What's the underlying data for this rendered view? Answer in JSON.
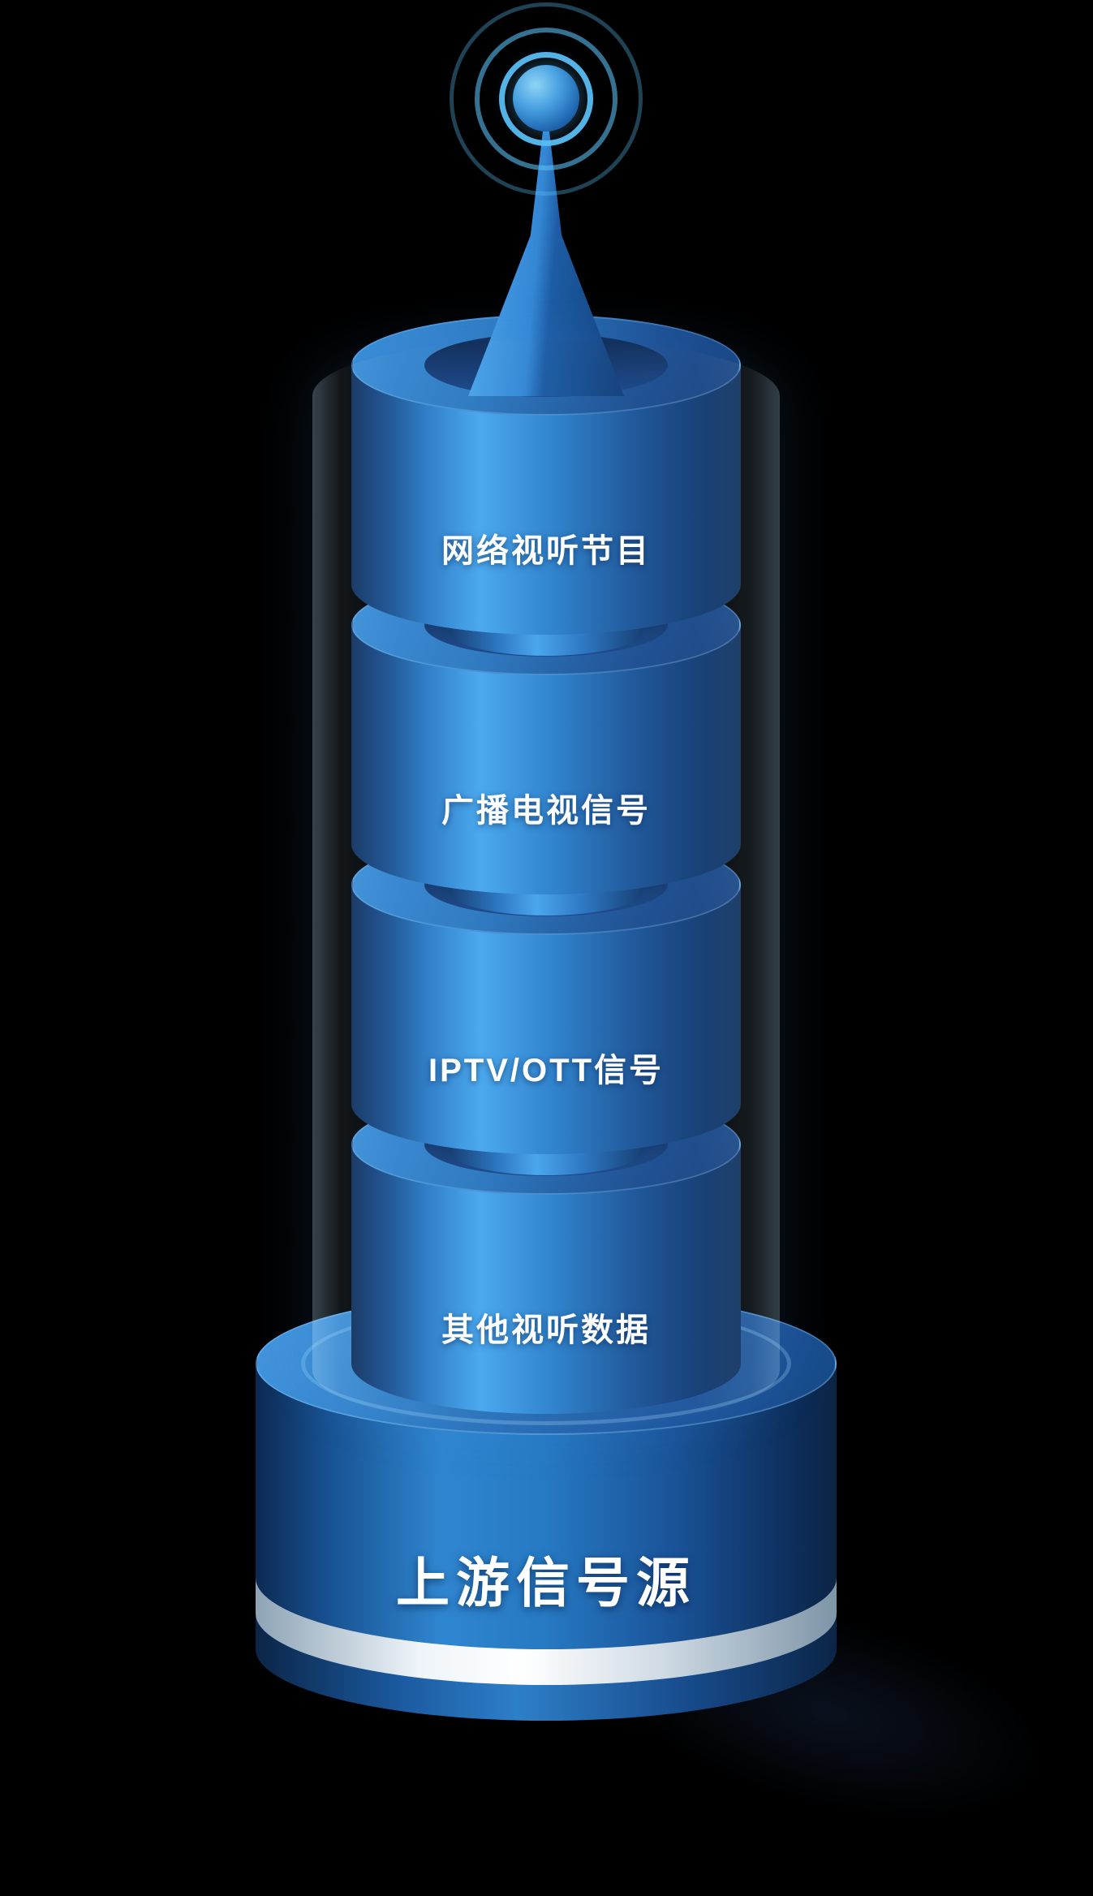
{
  "scene": {
    "background_color": "#000000",
    "primary_color": "#2e82cc",
    "highlight_color": "#49a8ee",
    "text_color": "#ffffff"
  },
  "antenna": {
    "name": "broadcast-antenna"
  },
  "tower": {
    "layers": [
      {
        "label": "网络视听节目"
      },
      {
        "label": "广播电视信号"
      },
      {
        "label": "IPTV/OTT信号"
      },
      {
        "label": "其他视听数据"
      }
    ]
  },
  "base": {
    "label": "上游信号源"
  }
}
